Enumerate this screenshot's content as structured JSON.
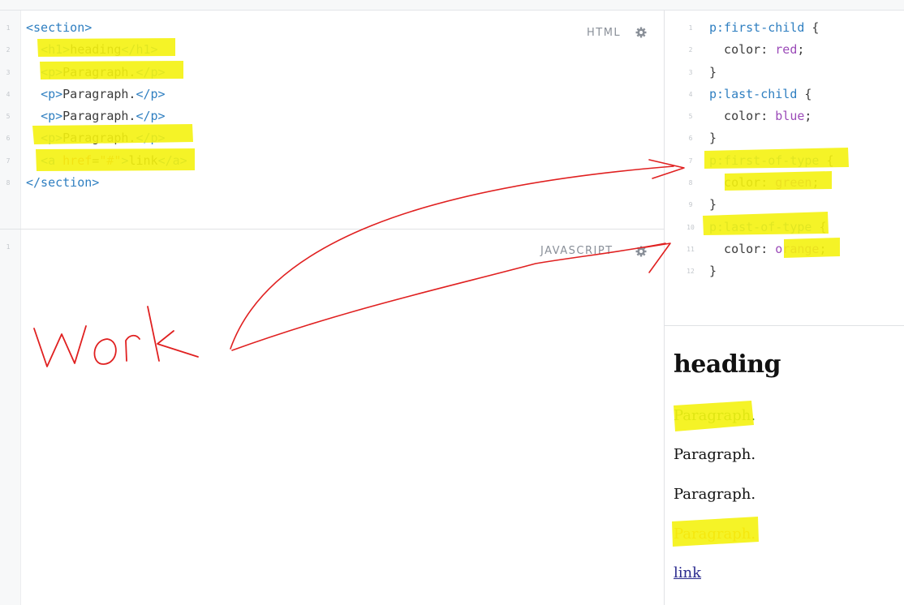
{
  "html_pane": {
    "label": "HTML",
    "lines": [
      {
        "n": "1",
        "parts": [
          [
            "tag",
            "<section>"
          ]
        ]
      },
      {
        "n": "2",
        "parts": [
          [
            "plain",
            "  "
          ],
          [
            "tag",
            "<h1>"
          ],
          [
            "plain",
            "heading"
          ],
          [
            "tag",
            "</h1>"
          ]
        ]
      },
      {
        "n": "3",
        "parts": [
          [
            "plain",
            "  "
          ],
          [
            "tag",
            "<p>"
          ],
          [
            "plain",
            "Paragraph."
          ],
          [
            "tag",
            "</p>"
          ]
        ]
      },
      {
        "n": "4",
        "parts": [
          [
            "plain",
            "  "
          ],
          [
            "tag",
            "<p>"
          ],
          [
            "plain",
            "Paragraph."
          ],
          [
            "tag",
            "</p>"
          ]
        ]
      },
      {
        "n": "5",
        "parts": [
          [
            "plain",
            "  "
          ],
          [
            "tag",
            "<p>"
          ],
          [
            "plain",
            "Paragraph."
          ],
          [
            "tag",
            "</p>"
          ]
        ]
      },
      {
        "n": "6",
        "parts": [
          [
            "plain",
            "  "
          ],
          [
            "tag",
            "<p>"
          ],
          [
            "plain",
            "Paragraph."
          ],
          [
            "tag",
            "</p>"
          ]
        ]
      },
      {
        "n": "7",
        "parts": [
          [
            "plain",
            "  "
          ],
          [
            "tag",
            "<a"
          ],
          [
            "plain",
            " "
          ],
          [
            "attr",
            "href"
          ],
          [
            "plain",
            "="
          ],
          [
            "str",
            "\"#\""
          ],
          [
            "tag",
            ">"
          ],
          [
            "plain",
            "link"
          ],
          [
            "tag",
            "</a>"
          ]
        ]
      },
      {
        "n": "8",
        "parts": [
          [
            "tag",
            "</section>"
          ]
        ]
      }
    ]
  },
  "js_pane": {
    "label": "JAVASCRIPT",
    "lines": [
      {
        "n": "1",
        "parts": []
      }
    ]
  },
  "css_pane": {
    "lines": [
      {
        "n": "1",
        "parts": [
          [
            "sel",
            "p:first-child"
          ],
          [
            "plain",
            " {"
          ]
        ]
      },
      {
        "n": "2",
        "parts": [
          [
            "plain",
            "  color: "
          ],
          [
            "val",
            "red"
          ],
          [
            "plain",
            ";"
          ]
        ]
      },
      {
        "n": "3",
        "parts": [
          [
            "plain",
            "}"
          ]
        ]
      },
      {
        "n": "4",
        "parts": [
          [
            "sel",
            "p:last-child"
          ],
          [
            "plain",
            " {"
          ]
        ]
      },
      {
        "n": "5",
        "parts": [
          [
            "plain",
            "  color: "
          ],
          [
            "val",
            "blue"
          ],
          [
            "plain",
            ";"
          ]
        ]
      },
      {
        "n": "6",
        "parts": [
          [
            "plain",
            "}"
          ]
        ]
      },
      {
        "n": "7",
        "parts": [
          [
            "sel",
            "p:first-of-type"
          ],
          [
            "plain",
            " {"
          ]
        ]
      },
      {
        "n": "8",
        "parts": [
          [
            "plain",
            "  color: "
          ],
          [
            "val",
            "green"
          ],
          [
            "plain",
            ";"
          ]
        ]
      },
      {
        "n": "9",
        "parts": [
          [
            "plain",
            "}"
          ]
        ]
      },
      {
        "n": "10",
        "parts": [
          [
            "sel",
            "p:last-of-type"
          ],
          [
            "plain",
            " {"
          ]
        ]
      },
      {
        "n": "11",
        "parts": [
          [
            "plain",
            "  color: "
          ],
          [
            "val",
            "orange"
          ],
          [
            "plain",
            ";"
          ]
        ]
      },
      {
        "n": "12",
        "parts": [
          [
            "plain",
            "}"
          ]
        ]
      }
    ]
  },
  "preview": {
    "heading": "heading",
    "paragraphs": [
      "Paragraph.",
      "Paragraph.",
      "Paragraph.",
      "Paragraph."
    ],
    "paragraph_colors": [
      "#2e7d32",
      "#111111",
      "#111111",
      "#ff8c00"
    ],
    "link": "link"
  },
  "annotation": {
    "text": "work",
    "color": "#e02020"
  },
  "colors": {
    "highlight": "#f4f20f",
    "annotation": "#e02020",
    "tag": "#2f7fc1",
    "value": "#9b4bb8"
  },
  "icons": {
    "html_settings": "gear-icon",
    "js_settings": "gear-icon"
  }
}
